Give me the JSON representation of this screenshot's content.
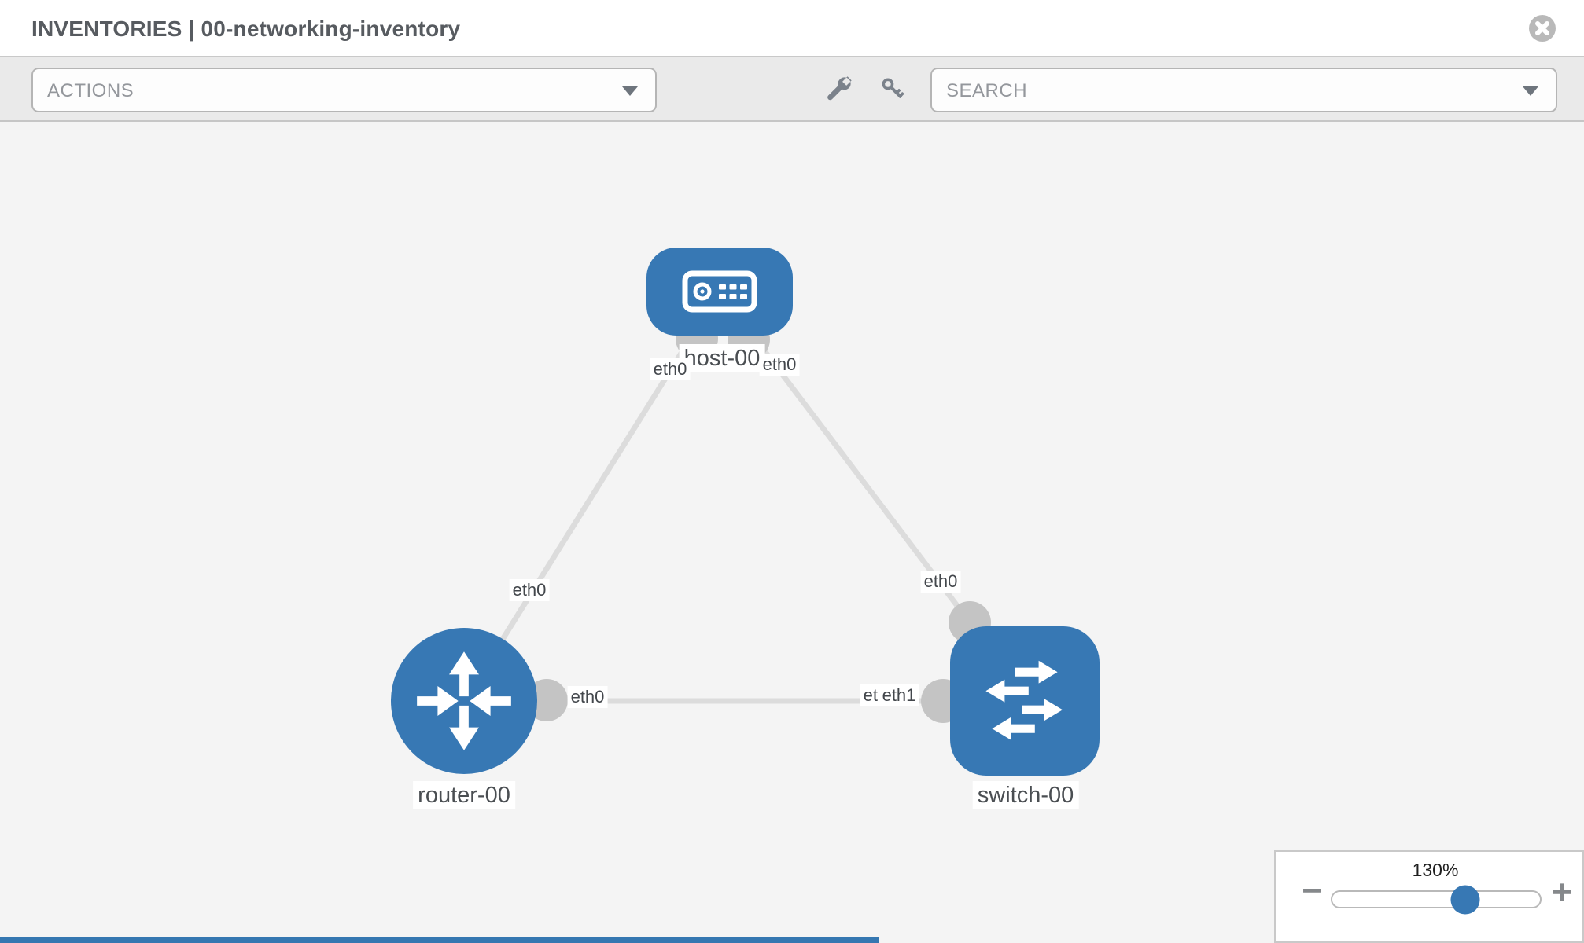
{
  "header": {
    "title": "INVENTORIES | 00-networking-inventory"
  },
  "toolbar": {
    "actions_label": "ACTIONS",
    "search_label": "SEARCH"
  },
  "topology": {
    "nodes": [
      {
        "name": "host-00",
        "type": "host"
      },
      {
        "name": "router-00",
        "type": "router"
      },
      {
        "name": "switch-00",
        "type": "switch"
      }
    ],
    "links": [
      {
        "from": "host-00",
        "to": "router-00",
        "from_interface": "eth0",
        "to_interface": "eth0"
      },
      {
        "from": "host-00",
        "to": "switch-00",
        "from_interface": "eth0",
        "to_interface": "eth0"
      },
      {
        "from": "router-00",
        "to": "switch-00",
        "from_interface": "eth0",
        "to_interface": "eth1"
      }
    ],
    "interface_labels": [
      {
        "text": "eth0"
      },
      {
        "text": "eth0"
      },
      {
        "text": "eth0"
      },
      {
        "text": "eth0"
      },
      {
        "text": "eth0"
      },
      {
        "text": "eth0"
      },
      {
        "text": "eth1"
      }
    ]
  },
  "zoom_control": {
    "level": "130%",
    "minus_label": "−",
    "plus_label": "+",
    "percent": 64
  },
  "colors": {
    "node_blue": "#3778b4",
    "link_gray": "#dcdcdc",
    "interface_gray": "#c4c4c4",
    "canvas_bg": "#f4f4f4",
    "toolbar_bg": "#eaeaea",
    "accent_strip": "#3577b1"
  }
}
